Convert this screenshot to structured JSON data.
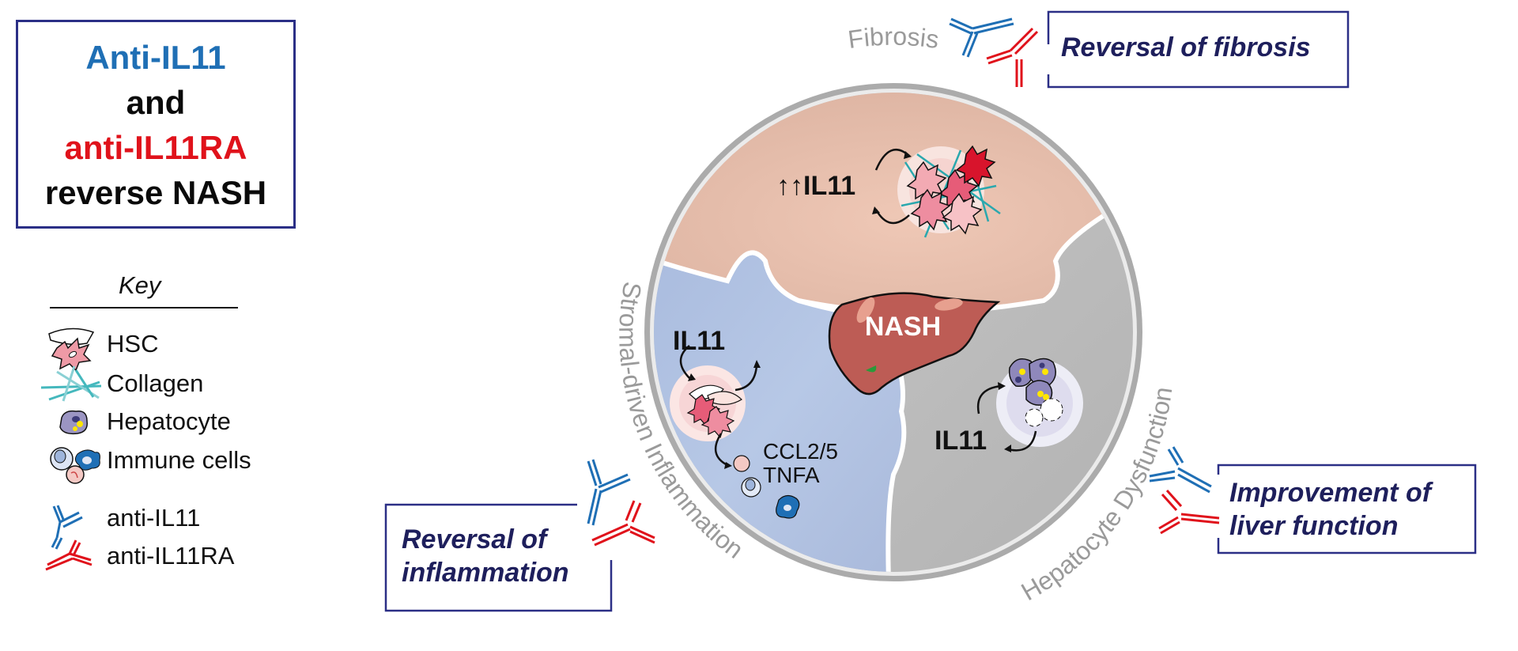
{
  "title_box": {
    "lines": [
      {
        "text": "Anti-IL11",
        "color": "#1f6fb5"
      },
      {
        "text": "and",
        "color": "#0a0a0a"
      },
      {
        "text": "anti-IL11RA",
        "color": "#e0121b"
      },
      {
        "text": "reverse NASH",
        "color": "#0a0a0a"
      }
    ],
    "border_color": "#2b2f86"
  },
  "key": {
    "title": "Key",
    "items": [
      {
        "label": "HSC",
        "icon": "hsc-icon"
      },
      {
        "label": "Collagen",
        "icon": "collagen-icon"
      },
      {
        "label": "Hepatocyte",
        "icon": "hepatocyte-icon"
      },
      {
        "label": "Immune cells",
        "icon": "immune-cells-icon"
      },
      {
        "label": "anti-IL11",
        "icon": "anti-il11-antibody-icon"
      },
      {
        "label": "anti-IL11RA",
        "icon": "anti-il11ra-antibody-icon"
      }
    ]
  },
  "diagram": {
    "center_label": "NASH",
    "segments": {
      "fibrosis": {
        "arc_label": "Fibrosis",
        "il11_label": "IL11",
        "il11_prefix": "↑↑",
        "color": "#e8c0ad"
      },
      "inflammation": {
        "arc_label": "Stromal-driven Inflammation",
        "il11_label": "IL11",
        "cytokines_line1": "CCL2/5",
        "cytokines_line2": "TNFA",
        "color": "#b3c4e3"
      },
      "hepatocyte": {
        "arc_label": "Hepatocyte Dysfunction",
        "il11_label": "IL11",
        "color": "#c4c4c4"
      }
    }
  },
  "outcomes": {
    "fibrosis": {
      "line1": "Reversal of fibrosis"
    },
    "inflammation": {
      "line1": "Reversal of",
      "line2": "inflammation"
    },
    "liver": {
      "line1": "Improvement of",
      "line2": "liver function"
    }
  },
  "colors": {
    "anti_il11": "#1f6fb5",
    "anti_il11ra": "#e0121b",
    "outcome_text": "#1e1f5c",
    "box_border": "#2b2f86",
    "ring": "#a8a8a8",
    "arc_text": "#9a9a9a"
  }
}
